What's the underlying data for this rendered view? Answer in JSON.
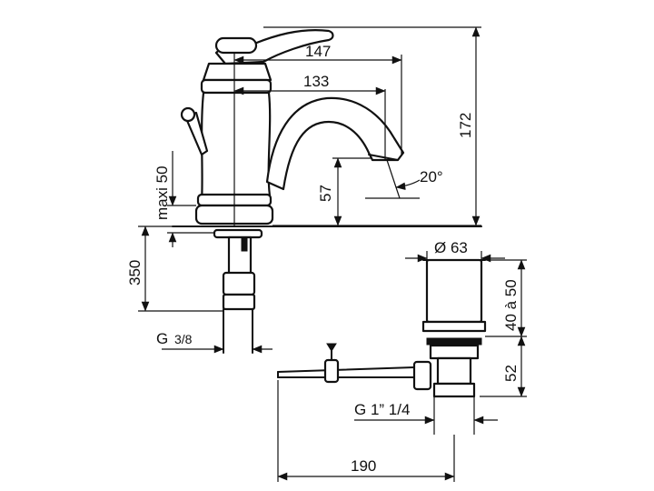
{
  "dimensions": {
    "spout_reach": "147",
    "spout_inner_reach": "133",
    "total_height": "172",
    "spout_height": "57",
    "spout_angle": "20°",
    "deck_thickness_max": "maxi 50",
    "hose_length": "350",
    "connection_thread_letter": "G",
    "connection_thread_size": "3/8",
    "waste_diameter": "Ø 63",
    "waste_height_range": "40 à 50",
    "waste_lower_height": "52",
    "waste_thread": "G 1” 1/4",
    "pull_rod_length": "190"
  }
}
